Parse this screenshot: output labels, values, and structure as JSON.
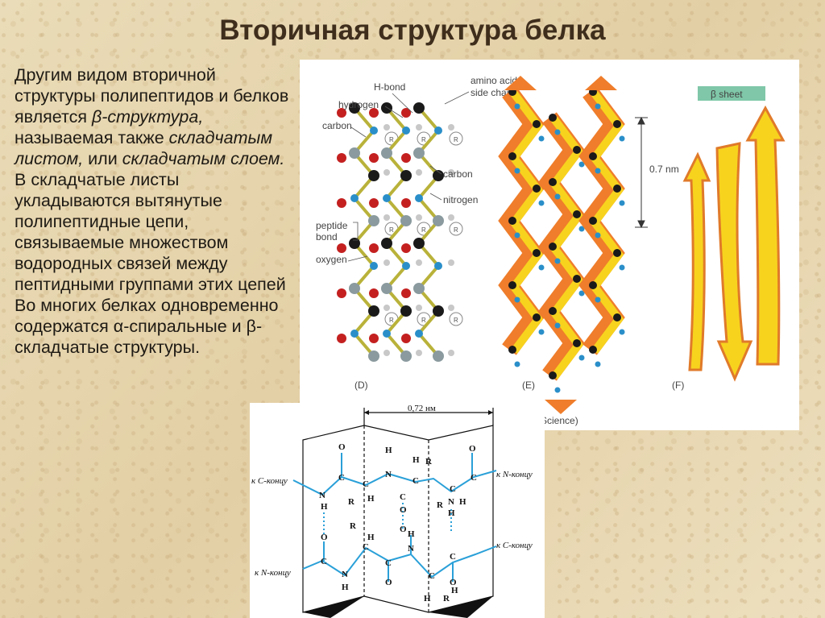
{
  "slide": {
    "title": "Вторичная структура белка",
    "para": {
      "p1": "Другим видом вторичной структуры полипептидов и белков является ",
      "em1": "β-структура,",
      "p2": " называемая также ",
      "em2": "складчатым листом,",
      "p3": " или ",
      "em3": "складчатым слоем.",
      "p4": " В складчатые листы укладываются вытянутые полипептидные цепи, связываемые множеством водородных связей между пептидными группами этих цепей Во многих белках одновременно содержатся α-спиральные и β-складчатые структуры."
    }
  },
  "figure_top": {
    "labels": {
      "hbond": "H-bond",
      "hydrogen": "hydrogen",
      "carbon_left": "carbon",
      "amino1": "amino acid",
      "amino2": "side chain",
      "carbon_right": "carbon",
      "nitrogen": "nitrogen",
      "peptide1": "peptide",
      "peptide2": "bond",
      "oxygen": "oxygen",
      "panel_d": "(D)",
      "panel_e": "(E)",
      "panel_f": "(F)",
      "distance": "0.7 nm",
      "beta_sheet": "β sheet",
      "credit": "Science)",
      "r": "R"
    }
  },
  "figure_bottom": {
    "distance": "0,72 нм",
    "k_c_top": "к С-концу",
    "k_n_top": "к N-концу",
    "k_n_bottom": "к N-концу",
    "k_c_bottom": "к С-концу",
    "atoms": {
      "c": "C",
      "n": "N",
      "h": "H",
      "o": "O",
      "r": "R"
    }
  },
  "colors": {
    "title": "#3f2e1c",
    "carbon": "#1a1a1a",
    "nitrogen": "#2a8fc9",
    "oxygen": "#c42020",
    "hydrogen": "#c8c8c8",
    "bond": "#b9b23a",
    "ribbon_orange": "#ef7d2b",
    "ribbon_yellow": "#f7d31e",
    "beta_tag": "#7fc7a8",
    "formula_bond": "#2aa0d8"
  }
}
